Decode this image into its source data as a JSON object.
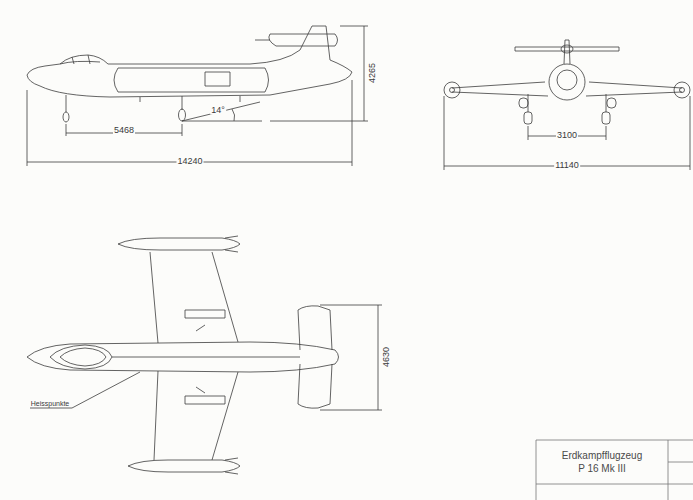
{
  "diagram": {
    "nodes": [
      {
        "text": [
          "Erdkampfflugzeug P 16 Mk III"
        ]
      }
    ],
    "labels": [
      "4265",
      "5468",
      "14°",
      "14240",
      "3100",
      "11140",
      "4630",
      "Heisspunkte"
    ]
  }
}
